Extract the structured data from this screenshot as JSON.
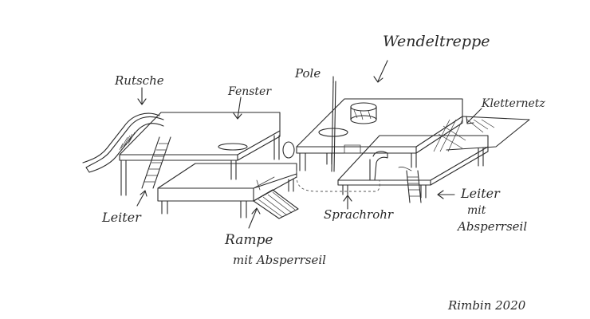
{
  "labels": {
    "rutsche": "Rutsche",
    "fenster": "Fenster",
    "pole": "Pole",
    "wendeltreppe": "Wendeltreppe",
    "kletternetz": "Kletternetz",
    "leiter_left": "Leiter",
    "rampe_line1": "Rampe",
    "rampe_line2": "mit Absperrseil",
    "sprachrohr": "Sprachrohr",
    "leiter_right_line1": "Leiter",
    "leiter_right_line2": "mit",
    "leiter_right_line3": "Absperrseil",
    "signature": "Rimbin 2020"
  },
  "colors": {
    "ink": "#2a2a2a",
    "paper": "#ffffff"
  }
}
